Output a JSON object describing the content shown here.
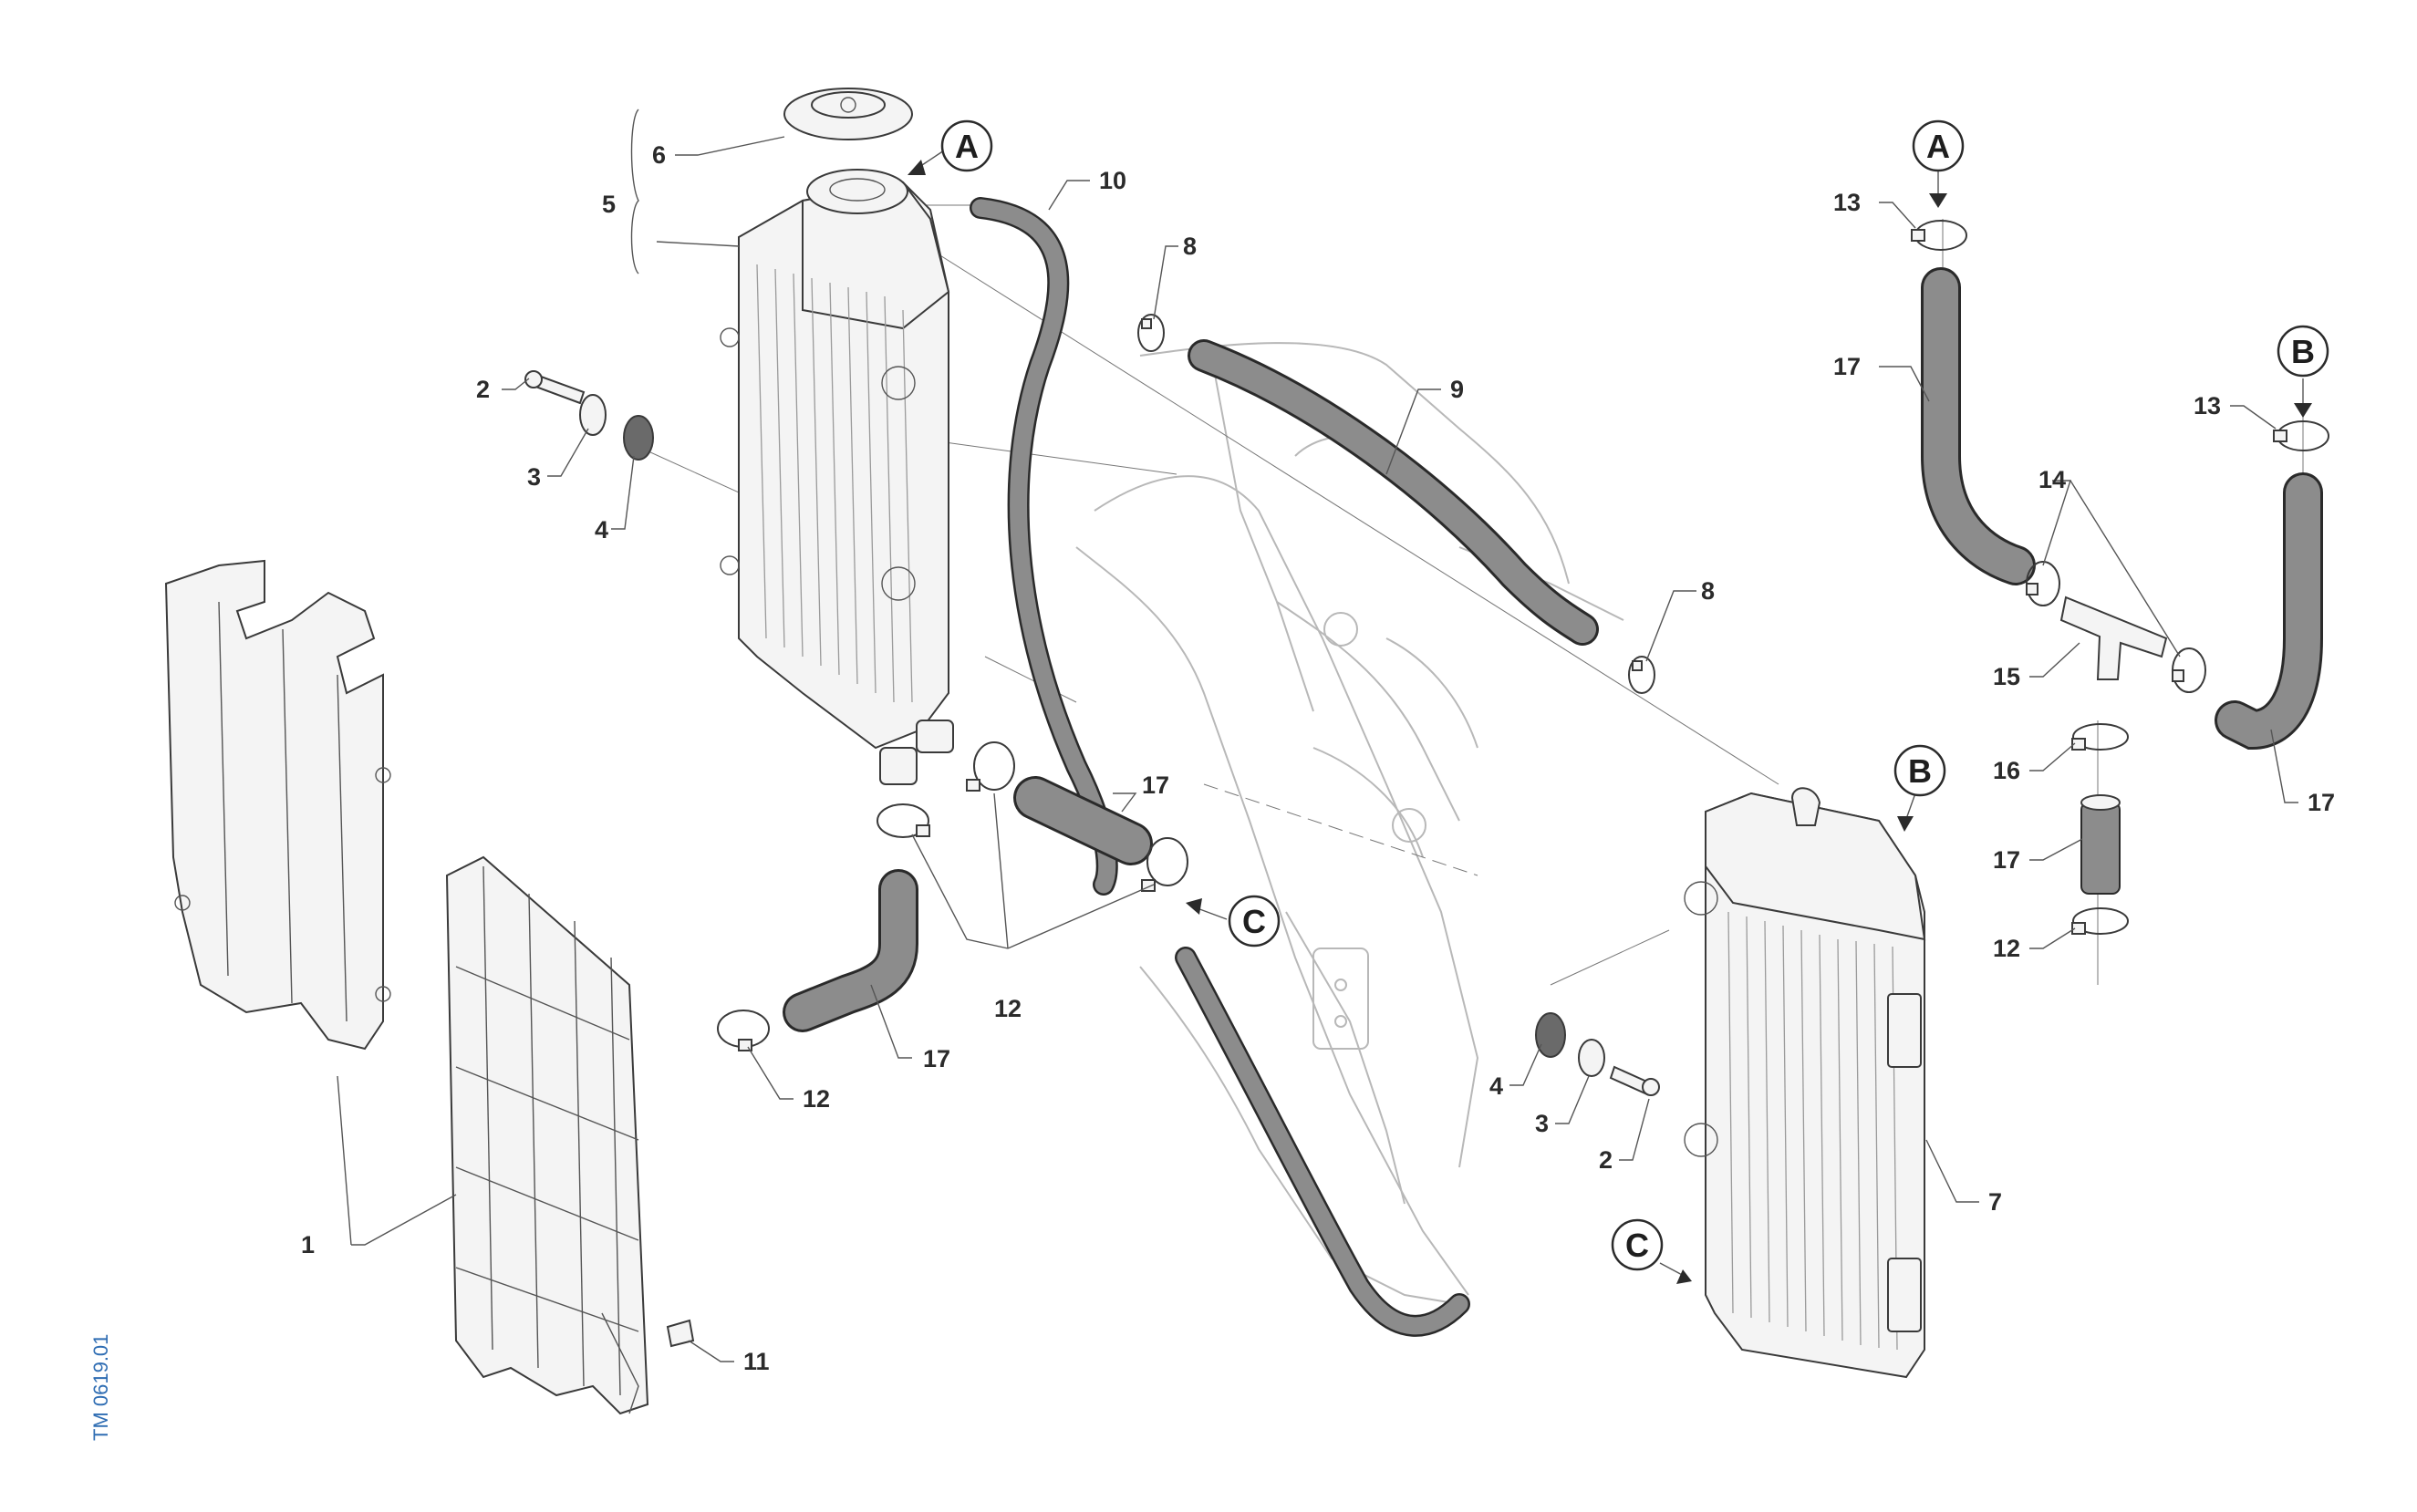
{
  "labels": {
    "n1": "1",
    "n2a": "2",
    "n2b": "2",
    "n3a": "3",
    "n3b": "3",
    "n4a": "4",
    "n4b": "4",
    "n5": "5",
    "n6": "6",
    "n7": "7",
    "n8a": "8",
    "n8b": "8",
    "n9": "9",
    "n10": "10",
    "n11": "11",
    "n12a": "12",
    "n12b": "12",
    "n12c": "12",
    "n13a": "13",
    "n13b": "13",
    "n14": "14",
    "n15": "15",
    "n16": "16",
    "n17a": "17",
    "n17b": "17",
    "n17c": "17",
    "n17d": "17",
    "n17e": "17"
  },
  "callouts": {
    "a1": "A",
    "a2": "A",
    "b1": "B",
    "b2": "B",
    "c1": "C",
    "c2": "C"
  },
  "doc_id": "TM 0619.01",
  "colors": {
    "ink": "#2b2b2b",
    "hose": "#8c8c8c",
    "frame_outline": "#b8b8b8",
    "doc_id": "#2f6db3"
  }
}
